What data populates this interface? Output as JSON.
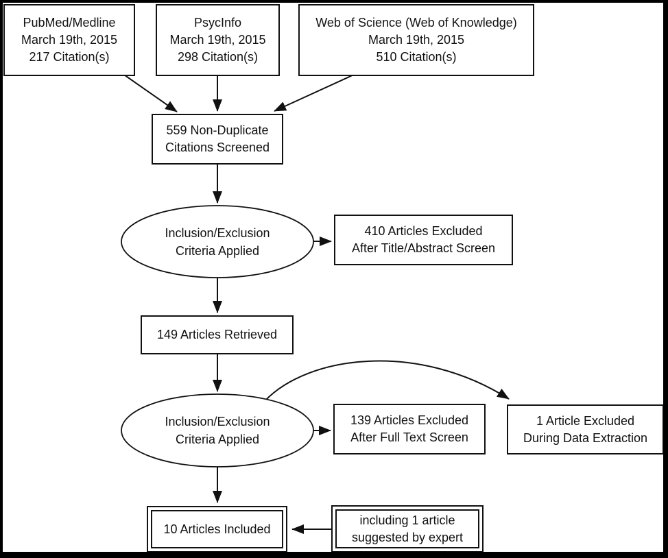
{
  "diagram": {
    "title": "Systematic review citation screening flowchart",
    "colors": {
      "ink": "#111111",
      "background": "#ffffff"
    },
    "sources": [
      {
        "lines": [
          "PubMed/Medline",
          "March 19th, 2015",
          "217 Citation(s)"
        ]
      },
      {
        "lines": [
          "PsycInfo",
          "March 19th, 2015",
          "298 Citation(s)"
        ]
      },
      {
        "lines": [
          "Web of Science (Web of Knowledge)",
          "March 19th, 2015",
          "510 Citation(s)"
        ]
      }
    ],
    "screened": {
      "lines": [
        "559 Non-Duplicate",
        "Citations Screened"
      ]
    },
    "criteria1": {
      "lines": [
        "Inclusion/Exclusion",
        "Criteria Applied"
      ]
    },
    "excluded_title_abstract": {
      "lines": [
        "410 Articles Excluded",
        "After Title/Abstract Screen"
      ]
    },
    "retrieved": {
      "lines": [
        "149 Articles Retrieved"
      ]
    },
    "criteria2": {
      "lines": [
        "Inclusion/Exclusion",
        "Criteria Applied"
      ]
    },
    "excluded_full_text": {
      "lines": [
        "139 Articles Excluded",
        "After Full Text Screen"
      ]
    },
    "excluded_data_extraction": {
      "lines": [
        "1 Article Excluded",
        "During Data Extraction"
      ]
    },
    "included": {
      "lines": [
        "10 Articles Included"
      ]
    },
    "expert": {
      "lines": [
        "including 1 article",
        "suggested by expert"
      ]
    }
  }
}
